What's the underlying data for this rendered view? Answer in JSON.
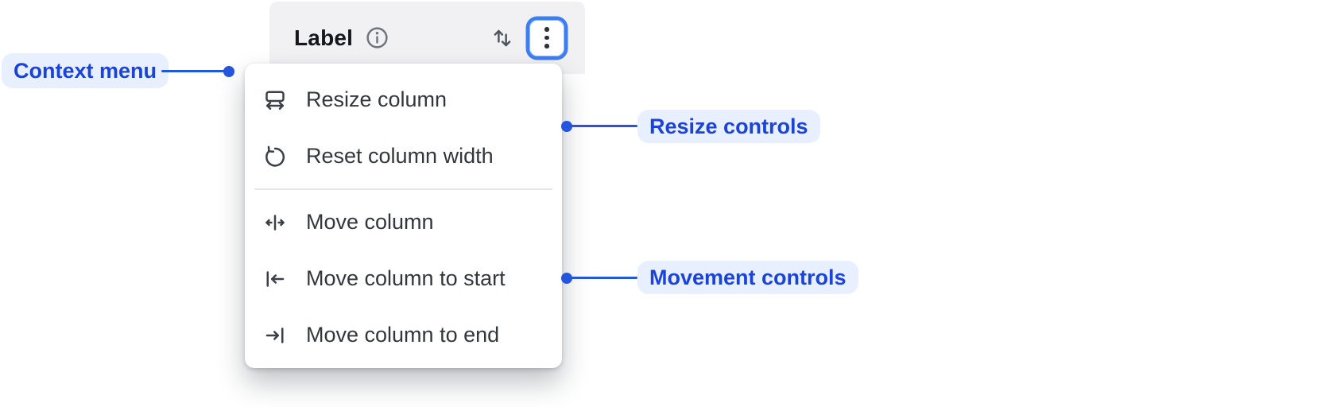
{
  "column_header": {
    "label": "Label",
    "icons": [
      "info-icon",
      "sort-icon",
      "kebab-menu-icon"
    ]
  },
  "context_menu": {
    "items": [
      {
        "icon": "resize-column-icon",
        "label": "Resize column",
        "group": "resize"
      },
      {
        "icon": "reset-column-width-icon",
        "label": "Reset column width",
        "group": "resize"
      },
      {
        "icon": "move-column-icon",
        "label": "Move column",
        "group": "movement"
      },
      {
        "icon": "move-column-to-start-icon",
        "label": "Move column to start",
        "group": "movement"
      },
      {
        "icon": "move-column-to-end-icon",
        "label": "Move column to end",
        "group": "movement"
      }
    ]
  },
  "annotations": [
    {
      "label": "Context menu",
      "side": "left"
    },
    {
      "label": "Resize controls",
      "side": "right"
    },
    {
      "label": "Movement controls",
      "side": "right"
    }
  ],
  "colors": {
    "annotation_accent": "#2356dd",
    "annotation_text": "#1b43d6",
    "annotation_bg": "#e8efff",
    "focus_ring_blue": "#3d7df2",
    "header_bg": "#f1f1f3",
    "menu_bg": "#ffffff",
    "menu_text": "#32373c",
    "icon_gray": "#3a4046"
  }
}
